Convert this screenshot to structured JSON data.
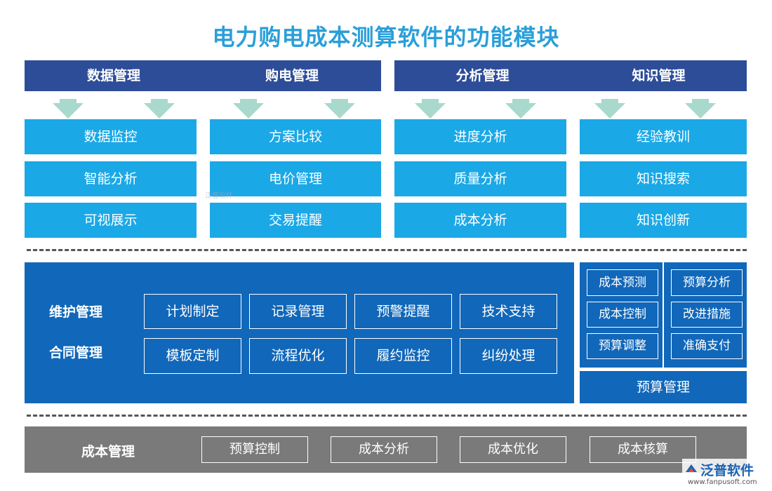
{
  "title": "电力购电成本测算软件的功能模块",
  "top_headers": [
    {
      "group": [
        "数据管理",
        "购电管理"
      ]
    },
    {
      "group": [
        "分析管理",
        "知识管理"
      ]
    }
  ],
  "top_columns": [
    {
      "items": [
        "数据监控",
        "智能分析",
        "可视展示"
      ]
    },
    {
      "items": [
        "方案比较",
        "电价管理",
        "交易提醒"
      ]
    },
    {
      "items": [
        "进度分析",
        "质量分析",
        "成本分析"
      ]
    },
    {
      "items": [
        "经验教训",
        "知识搜索",
        "知识创新"
      ]
    }
  ],
  "middle": {
    "rows": [
      {
        "label": "维护管理",
        "items": [
          "计划制定",
          "记录管理",
          "预警提醒",
          "技术支持"
        ]
      },
      {
        "label": "合同管理",
        "items": [
          "模板定制",
          "流程优化",
          "履约监控",
          "纠纷处理"
        ]
      }
    ],
    "side": {
      "left_items": [
        "成本预测",
        "成本控制",
        "预算调整"
      ],
      "right_items": [
        "预算分析",
        "改进措施",
        "准确支付"
      ],
      "footer": "预算管理"
    }
  },
  "bottom": {
    "label": "成本管理",
    "items": [
      "预算控制",
      "成本分析",
      "成本优化",
      "成本核算"
    ]
  },
  "logo": {
    "name": "泛普软件",
    "url": "www.fanpusoft.com"
  },
  "watermark": "泛普软件",
  "colors": {
    "title": "#2a9fd8",
    "header": "#2d4d99",
    "module": "#1ba8e6",
    "panel": "#1167b9",
    "bottom": "#7a7a7a",
    "arrow": "#a8d9cc"
  }
}
